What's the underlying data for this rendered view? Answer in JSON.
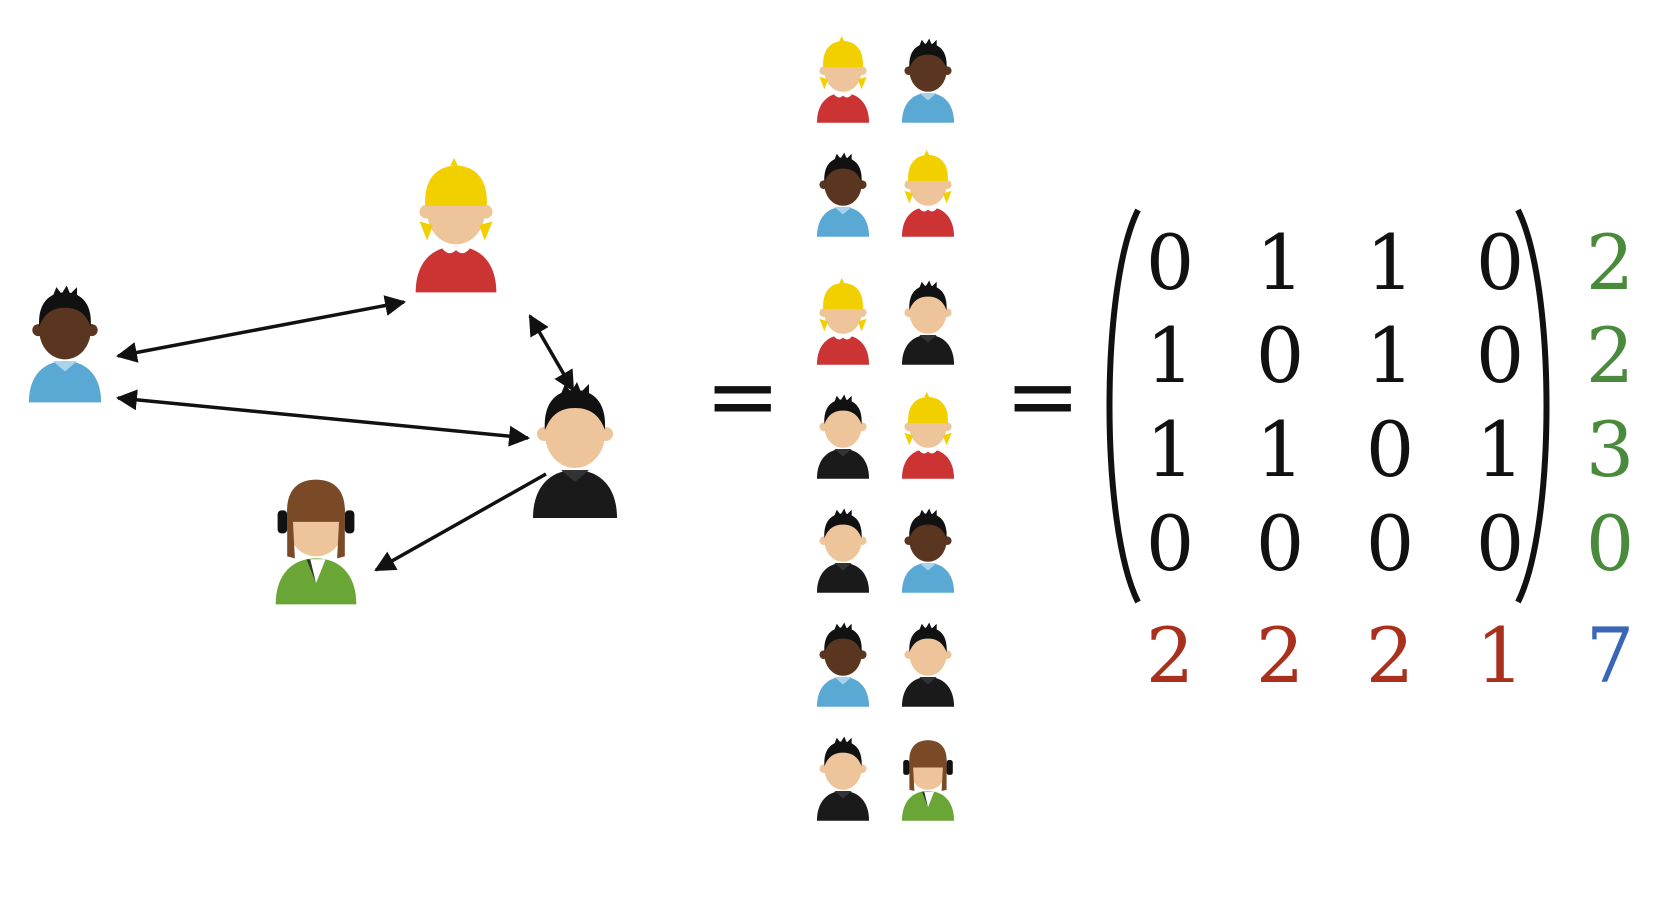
{
  "equals_sign": "=",
  "colors": {
    "row_sums": "#4a8a3c",
    "col_sums": "#a8301c",
    "total": "#3a66b8",
    "red_shirt": "#cc3333",
    "blue_shirt": "#5aa8d4",
    "black_shirt": "#1a1a1a",
    "green_shirt": "#6aa636",
    "dark_skin": "#5a3620",
    "light_skin": "#eec49a",
    "yellow_hair": "#f2d000",
    "brown_hair": "#7a4a26"
  },
  "people": [
    {
      "id": "A",
      "icon": "boy-blue-shirt-icon"
    },
    {
      "id": "B",
      "icon": "girl-red-shirt-icon"
    },
    {
      "id": "C",
      "icon": "boy-black-shirt-icon"
    },
    {
      "id": "D",
      "icon": "girl-green-shirt-headphones-icon"
    }
  ],
  "edge_pairs": [
    [
      "B",
      "A"
    ],
    [
      "A",
      "B"
    ],
    [
      "B",
      "C"
    ],
    [
      "C",
      "B"
    ],
    [
      "C",
      "A"
    ],
    [
      "A",
      "C"
    ],
    [
      "C",
      "D"
    ]
  ],
  "matrix": {
    "rows": [
      [
        "0",
        "1",
        "1",
        "0"
      ],
      [
        "1",
        "0",
        "1",
        "0"
      ],
      [
        "1",
        "1",
        "0",
        "1"
      ],
      [
        "0",
        "0",
        "0",
        "0"
      ]
    ],
    "row_sums": [
      "2",
      "2",
      "3",
      "0"
    ],
    "col_sums": [
      "2",
      "2",
      "2",
      "1"
    ],
    "total": "7"
  }
}
